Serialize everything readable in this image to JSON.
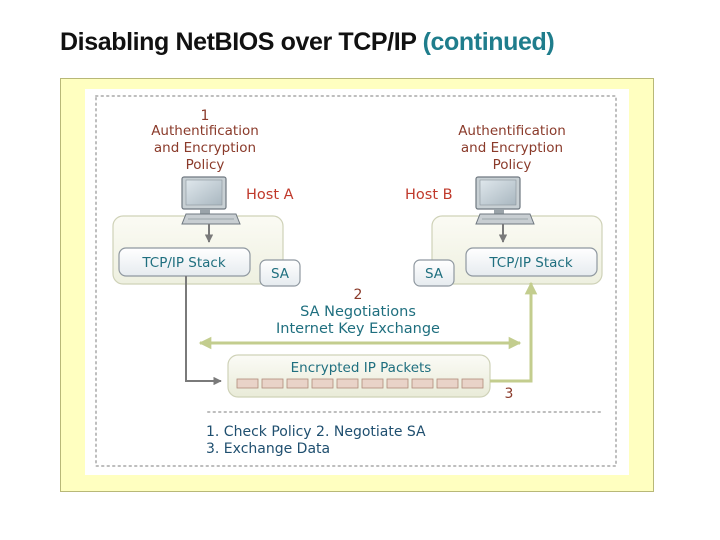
{
  "slide": {
    "title": "Disabling NetBIOS over TCP/IP",
    "title_suffix": "(continued)"
  },
  "diagram": {
    "step1_number": "1",
    "policy_a": [
      "Authentification",
      "and Encryption",
      "Policy"
    ],
    "policy_b": [
      "Authentification",
      "and Encryption",
      "Policy"
    ],
    "host_a": "Host A",
    "host_b": "Host B",
    "stack_a": "TCP/IP Stack",
    "stack_b": "TCP/IP Stack",
    "sa_a": "SA",
    "sa_b": "SA",
    "step2_number": "2",
    "negotiation_line1": "SA Negotiations",
    "negotiation_line2": "Internet Key Exchange",
    "packets_label": "Encrypted IP Packets",
    "step3_number": "3",
    "legend_line1": "1. Check Policy 2. Negotiate SA",
    "legend_line2": "3. Exchange Data"
  },
  "colors": {
    "title_accent": "#1f7d8c",
    "host_label": "#c0392b",
    "step_number": "#8a3a2a",
    "teal_text": "#1f6f7f",
    "arrow": "#c3cd8e",
    "panel_background": "#ffffc0"
  }
}
